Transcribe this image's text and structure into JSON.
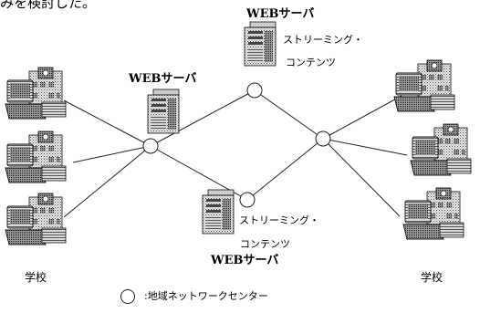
{
  "header_fragment": "みを検討した。",
  "servers": {
    "top_label": "WEBサーバ",
    "top_streaming": "ストリーミング・",
    "top_contents": "コンテンツ",
    "left_label": "WEBサーバ",
    "bottom_streaming": "ストリーミング・",
    "bottom_contents": "コンテンツ",
    "bottom_label": "WEBサーバ"
  },
  "schools": {
    "left_label": "学校",
    "right_label": "学校"
  },
  "legend": {
    "text": ":地域ネットワークセンター"
  }
}
